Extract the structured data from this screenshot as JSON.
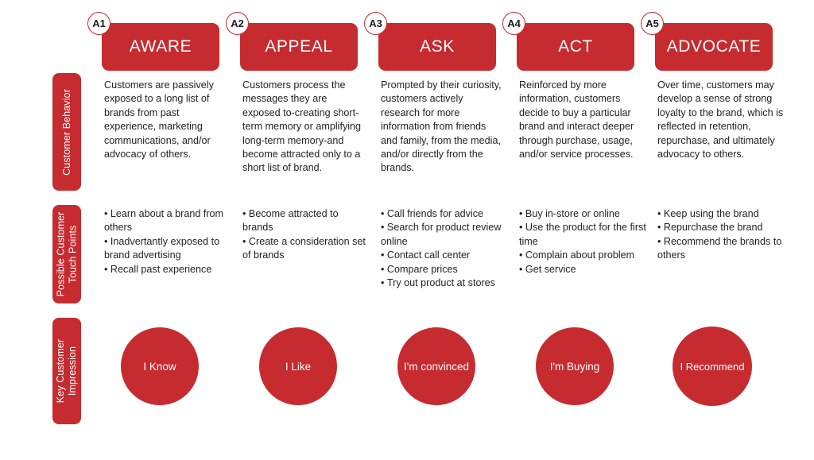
{
  "theme": {
    "accent": "#C62B30",
    "text": "#222222",
    "background": "#FFFFFF"
  },
  "rails": [
    {
      "key": "customer-behavior",
      "label": "Customer Behavior"
    },
    {
      "key": "possible-customer-touch-points",
      "label": "Possible Customer\nTouch Points",
      "line1": "Possible Customer",
      "line2": "Touch Points"
    },
    {
      "key": "key-customer-impression",
      "label": "Key Customer\nImpression",
      "line1": "Key Customer",
      "line2": "Impression"
    }
  ],
  "stages": [
    {
      "badge": "A1",
      "title": "AWARE",
      "behavior": "Customers are passively exposed to a long list of brands from past experience, marketing communications, and/or advocacy of others.",
      "touchpoints": [
        "Learn about a brand from others",
        "Inadvertantly exposed to brand advertising",
        "Recall past experience"
      ],
      "impression": "I Know"
    },
    {
      "badge": "A2",
      "title": "APPEAL",
      "behavior": "Customers process the messages they are exposed to-creating short-term memory or amplifying long-term memory-and become attracted only to a short list of brand.",
      "touchpoints": [
        "Become attracted to brands",
        "Create a consideration set of brands"
      ],
      "impression": "I Like"
    },
    {
      "badge": "A3",
      "title": "ASK",
      "behavior": "Prompted by their curiosity, customers actively research for more information from friends and family, from the media, and/or directly from the brands.",
      "touchpoints": [
        "Call friends for advice",
        "Search for product review online",
        "Contact call center",
        "Compare prices",
        "Try out product at stores"
      ],
      "impression": "I'm convinced"
    },
    {
      "badge": "A4",
      "title": "ACT",
      "behavior": "Reinforced by more information, customers decide to buy a particular brand and interact deeper through purchase, usage, and/or service processes.",
      "touchpoints": [
        "Buy in-store or online",
        "Use the product for the first time",
        "Complain about problem",
        "Get service"
      ],
      "impression": "I'm Buying"
    },
    {
      "badge": "A5",
      "title": "ADVOCATE",
      "behavior": "Over time, customers may develop a sense of strong loyalty to the brand, which is reflected in retention, repurchase, and ultimately advocacy to others.",
      "touchpoints": [
        "Keep using the brand",
        "Repurchase the brand",
        "Recommend the brands to others"
      ],
      "impression": "I Recommend"
    }
  ]
}
